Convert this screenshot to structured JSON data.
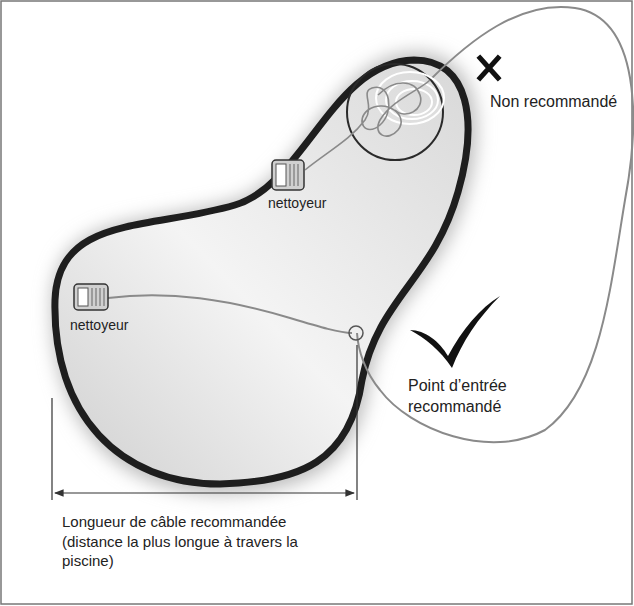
{
  "diagram": {
    "labels": [
      "Non recommandé",
      "nettoyeur",
      "nettoyeur",
      "Point d’entrée recommandé",
      "Longueur de câble recommandée (distance la plus longue à travers la piscine)"
    ]
  }
}
